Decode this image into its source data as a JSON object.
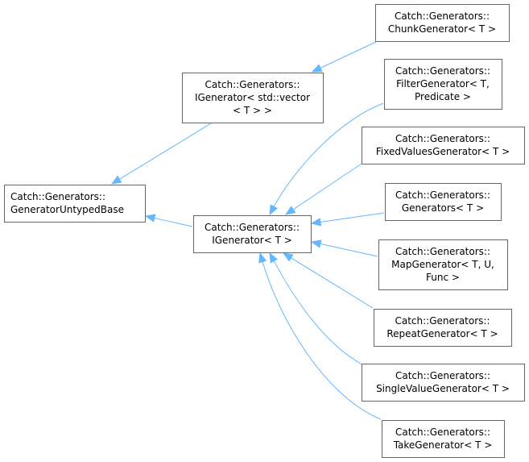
{
  "edge_color": "#63b8ff",
  "node_border_color": "#666666",
  "nodes": [
    {
      "id": "base",
      "lines": [
        "Catch::Generators::",
        "GeneratorUntypedBase"
      ],
      "anchor": "start"
    },
    {
      "id": "ivec",
      "lines": [
        "Catch::Generators::",
        "IGenerator< std::vector",
        "< T > >"
      ],
      "anchor": "middle"
    },
    {
      "id": "igen",
      "lines": [
        "Catch::Generators::",
        "IGenerator< T >"
      ],
      "anchor": "middle"
    },
    {
      "id": "chunk",
      "lines": [
        "Catch::Generators::",
        "ChunkGenerator< T >"
      ],
      "anchor": "middle"
    },
    {
      "id": "filter",
      "lines": [
        "Catch::Generators::",
        "FilterGenerator< T,",
        "Predicate >"
      ],
      "anchor": "middle"
    },
    {
      "id": "fixed",
      "lines": [
        "Catch::Generators::",
        "FixedValuesGenerator< T >"
      ],
      "anchor": "middle"
    },
    {
      "id": "generators",
      "lines": [
        "Catch::Generators::",
        "Generators< T >"
      ],
      "anchor": "middle"
    },
    {
      "id": "map",
      "lines": [
        "Catch::Generators::",
        "MapGenerator< T, U,",
        "Func >"
      ],
      "anchor": "middle"
    },
    {
      "id": "repeat",
      "lines": [
        "Catch::Generators::",
        "RepeatGenerator< T >"
      ],
      "anchor": "middle"
    },
    {
      "id": "single",
      "lines": [
        "Catch::Generators::",
        "SingleValueGenerator< T >"
      ],
      "anchor": "middle"
    },
    {
      "id": "take",
      "lines": [
        "Catch::Generators::",
        "TakeGenerator< T >"
      ],
      "anchor": "middle"
    }
  ],
  "edges": [
    {
      "from": "ivec",
      "to": "base"
    },
    {
      "from": "igen",
      "to": "base"
    },
    {
      "from": "chunk",
      "to": "ivec"
    },
    {
      "from": "filter",
      "to": "igen"
    },
    {
      "from": "fixed",
      "to": "igen"
    },
    {
      "from": "generators",
      "to": "igen"
    },
    {
      "from": "map",
      "to": "igen"
    },
    {
      "from": "repeat",
      "to": "igen"
    },
    {
      "from": "single",
      "to": "igen"
    },
    {
      "from": "take",
      "to": "igen"
    }
  ]
}
